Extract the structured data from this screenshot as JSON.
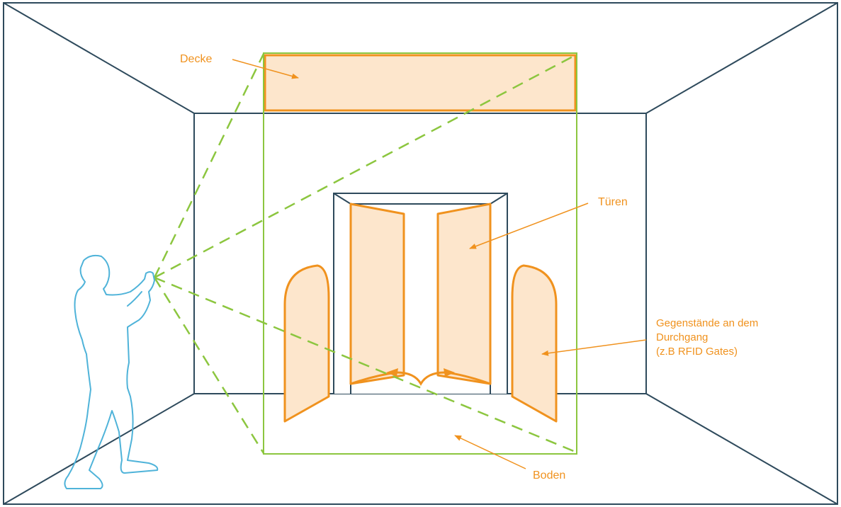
{
  "colors": {
    "room_outline": "#2e4a5c",
    "annotation": "#f0921e",
    "highlight_fill": "#fde6cc",
    "highlight_stroke": "#f0921e",
    "camera_field": "#8cc63f",
    "person_outline": "#4fb3d9",
    "background": "#ffffff"
  },
  "labels": {
    "ceiling": "Decke",
    "doors": "Türen",
    "objects_line1": "Gegenstände an dem",
    "objects_line2": "Durchgang",
    "objects_line3": "(z.B RFID Gates)",
    "floor": "Boden"
  },
  "icons": {
    "person": "person-holding-device-icon",
    "camera_field": "camera-field-of-view-icon"
  }
}
